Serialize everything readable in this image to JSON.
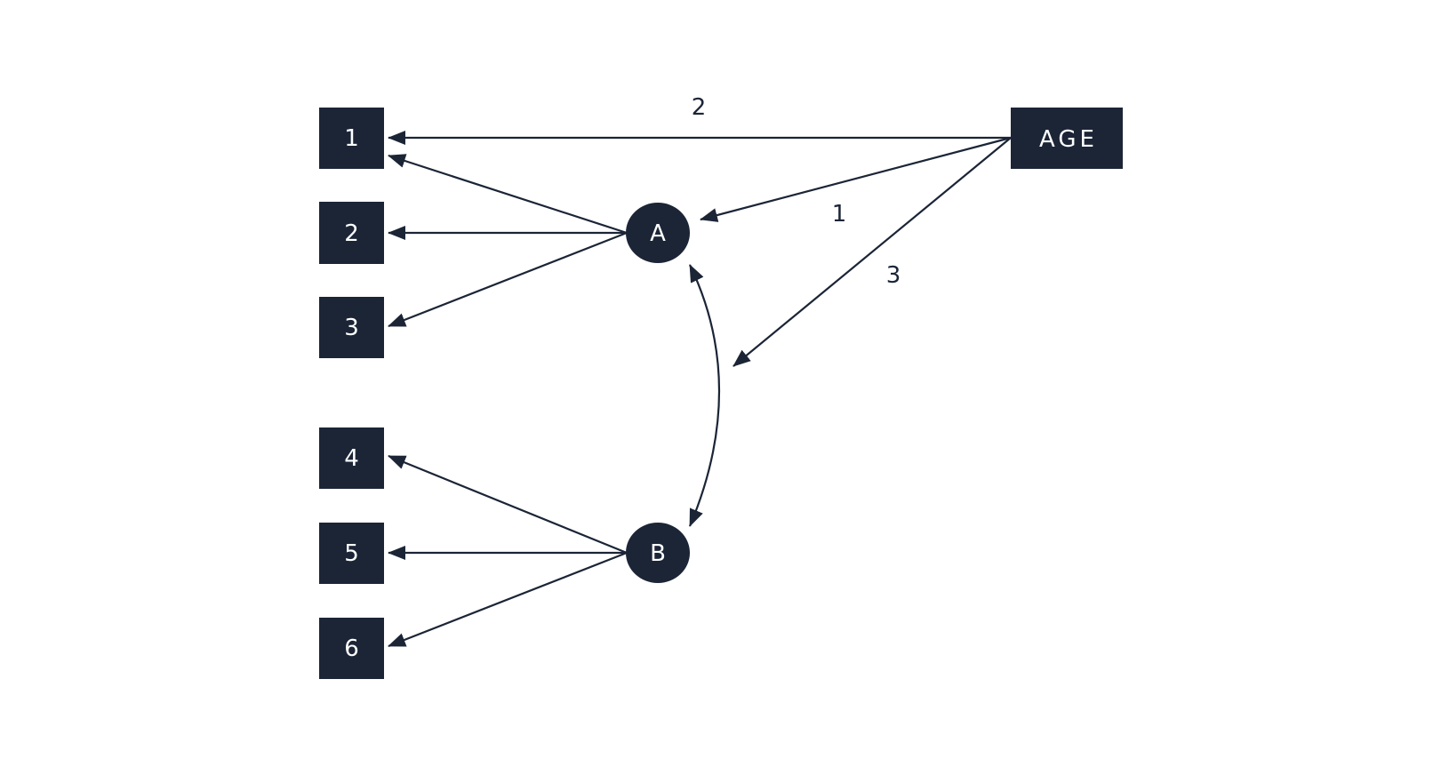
{
  "colors": {
    "node_fill": "#1b2536",
    "node_text": "#ffffff",
    "edge": "#1b2536",
    "background": "#ffffff"
  },
  "nodes": {
    "indicators": [
      "1",
      "2",
      "3",
      "4",
      "5",
      "6"
    ],
    "latent_a": "A",
    "latent_b": "B",
    "age": "AGE"
  },
  "edge_labels": {
    "age_to_1": "2",
    "age_to_a": "1",
    "age_to_b": "3"
  }
}
